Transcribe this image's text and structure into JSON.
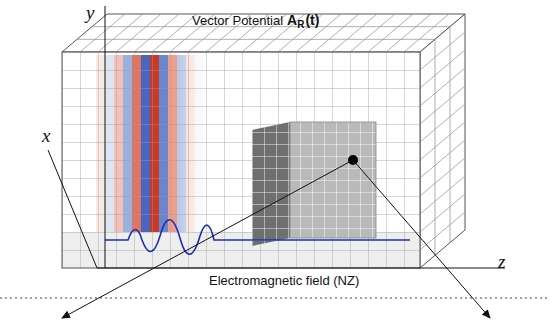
{
  "diagram": {
    "labels": [
      "Vector Potential",
      "A",
      "R",
      "(t)",
      "Electromagnetic field (NZ)",
      "y",
      "x",
      "z"
    ]
  }
}
